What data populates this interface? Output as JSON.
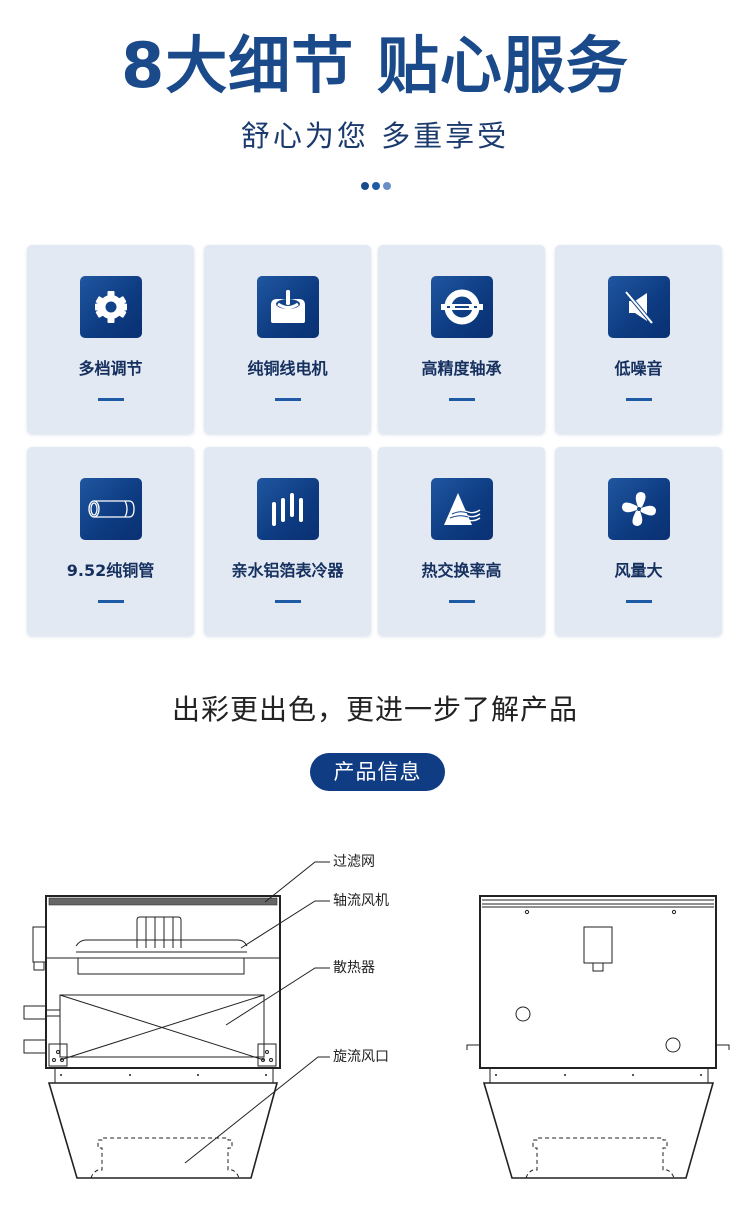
{
  "header": {
    "title": "8大细节 贴心服务",
    "subtitle": "舒心为您 多重享受",
    "dots_colors": [
      "#1a4a8a",
      "#1f5aa5",
      "#6a8fc5"
    ]
  },
  "features": [
    {
      "label": "多档调节",
      "icon": "gear-icon"
    },
    {
      "label": "纯铜线电机",
      "icon": "motor-icon"
    },
    {
      "label": "高精度轴承",
      "icon": "bearing-icon"
    },
    {
      "label": "低噪音",
      "icon": "mute-speaker-icon"
    },
    {
      "label": "9.52纯铜管",
      "icon": "copper-pipe-icon"
    },
    {
      "label": "亲水铝箔表冷器",
      "icon": "fins-icon"
    },
    {
      "label": "热交换率高",
      "icon": "heat-exchange-icon"
    },
    {
      "label": "风量大",
      "icon": "fan-icon"
    }
  ],
  "cta": {
    "text": "出彩更出色，更进一步了解产品",
    "button_label": "产品信息"
  },
  "diagram": {
    "callouts": [
      "过滤网",
      "轴流风机",
      "散热器",
      "旋流风口"
    ]
  },
  "colors": {
    "brand_blue": "#0f3c82",
    "title_blue": "#1a4a8a",
    "card_bg": "#e3e9f3"
  }
}
